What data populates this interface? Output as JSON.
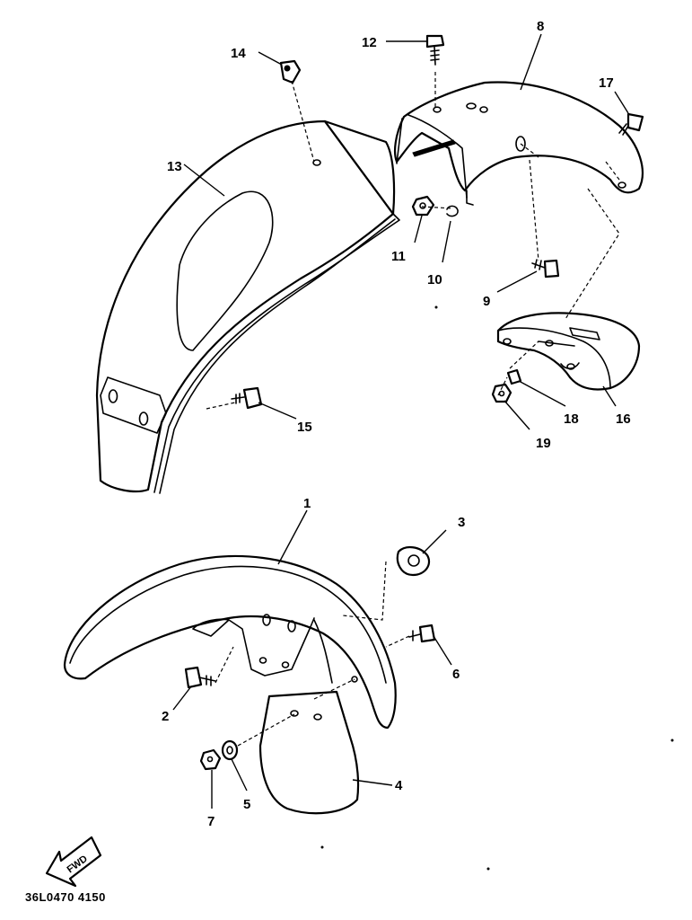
{
  "callouts": {
    "c1": "1",
    "c2": "2",
    "c3": "3",
    "c4": "4",
    "c5": "5",
    "c6": "6",
    "c7": "7",
    "c8": "8",
    "c9": "9",
    "c10": "10",
    "c11": "11",
    "c12": "12",
    "c13": "13",
    "c14": "14",
    "c15": "15",
    "c16": "16",
    "c17": "17",
    "c18": "18",
    "c19": "19"
  },
  "fwd_label": "FWD",
  "drawing_number": "36L0470 4150",
  "colors": {
    "ink": "#000000",
    "paper": "#ffffff"
  }
}
